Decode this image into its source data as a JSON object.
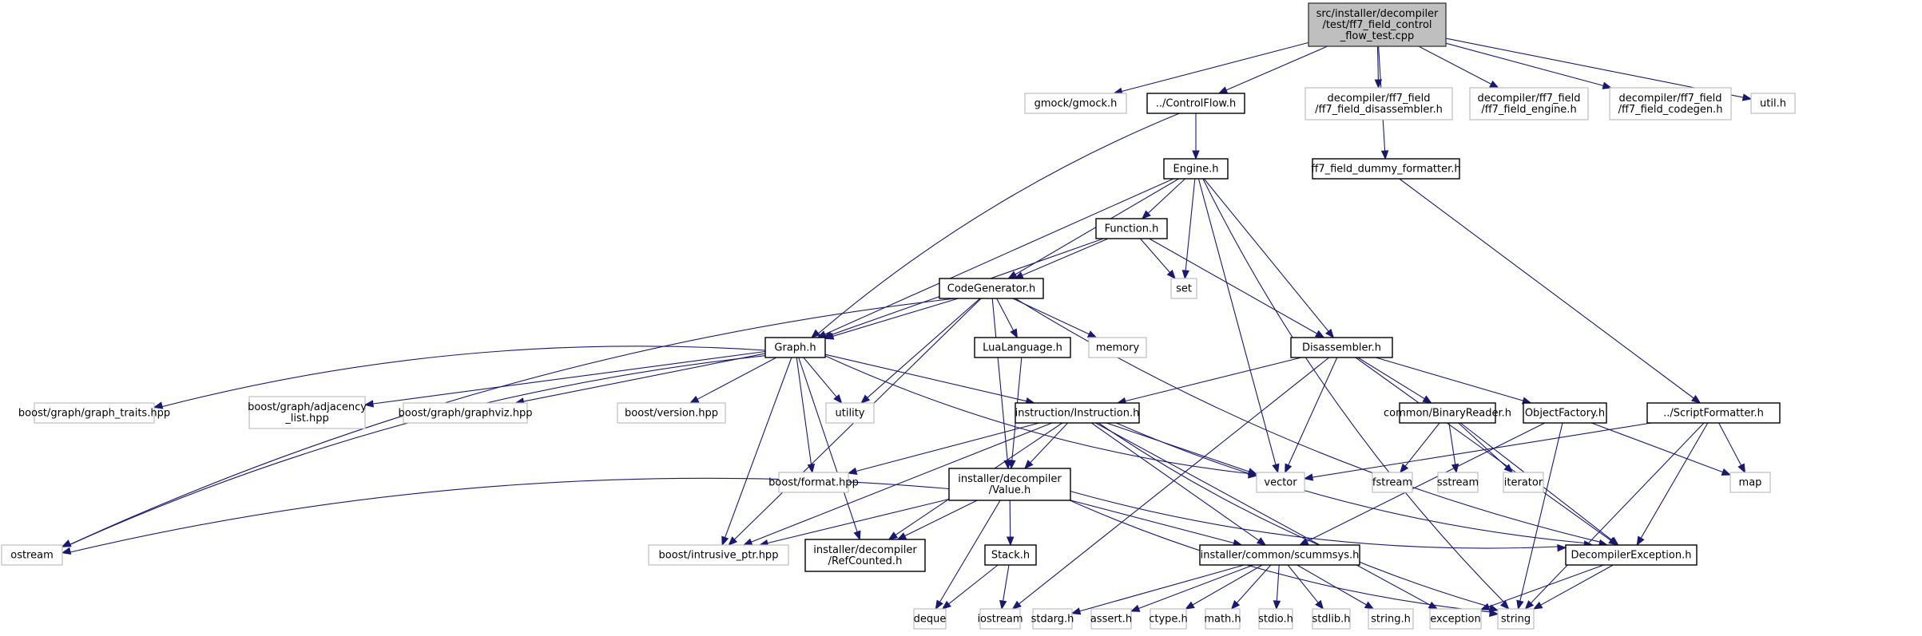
{
  "title": "Include dependency graph for ff7_field_control_flow_test.cpp",
  "colors": {
    "edge": "#191970",
    "root_fill": "#bfbfbf",
    "doc_border": "#000000",
    "ext_border": "#bfbfbf"
  },
  "nodes": [
    {
      "id": "root",
      "kind": "root",
      "lines": [
        "src/installer/decompiler",
        "/test/ff7_field_control",
        "_flow_test.cpp"
      ]
    },
    {
      "id": "gmock",
      "kind": "ext",
      "lines": [
        "gmock/gmock.h"
      ]
    },
    {
      "id": "controlflow",
      "kind": "doc",
      "lines": [
        "../ControlFlow.h"
      ]
    },
    {
      "id": "ff7disasm",
      "kind": "ext",
      "lines": [
        "decompiler/ff7_field",
        "/ff7_field_disassembler.h"
      ]
    },
    {
      "id": "ff7engine",
      "kind": "ext",
      "lines": [
        "decompiler/ff7_field",
        "/ff7_field_engine.h"
      ]
    },
    {
      "id": "ff7codegen",
      "kind": "ext",
      "lines": [
        "decompiler/ff7_field",
        "/ff7_field_codegen.h"
      ]
    },
    {
      "id": "util",
      "kind": "ext",
      "lines": [
        "util.h"
      ]
    },
    {
      "id": "engine",
      "kind": "doc",
      "lines": [
        "Engine.h"
      ]
    },
    {
      "id": "dummyfmt",
      "kind": "doc",
      "lines": [
        "ff7_field_dummy_formatter.h"
      ]
    },
    {
      "id": "function",
      "kind": "doc",
      "lines": [
        "Function.h"
      ]
    },
    {
      "id": "set",
      "kind": "ext",
      "lines": [
        "set"
      ]
    },
    {
      "id": "codegen",
      "kind": "doc",
      "lines": [
        "CodeGenerator.h"
      ]
    },
    {
      "id": "graph",
      "kind": "doc",
      "lines": [
        "Graph.h"
      ]
    },
    {
      "id": "lualang",
      "kind": "doc",
      "lines": [
        "LuaLanguage.h"
      ]
    },
    {
      "id": "memory",
      "kind": "ext",
      "lines": [
        "memory"
      ]
    },
    {
      "id": "disassembler",
      "kind": "doc",
      "lines": [
        "Disassembler.h"
      ]
    },
    {
      "id": "graphtraits",
      "kind": "ext",
      "lines": [
        "boost/graph/graph_traits.hpp"
      ]
    },
    {
      "id": "adjlist",
      "kind": "ext",
      "lines": [
        "boost/graph/adjacency",
        "_list.hpp"
      ]
    },
    {
      "id": "graphviz",
      "kind": "ext",
      "lines": [
        "boost/graph/graphviz.hpp"
      ]
    },
    {
      "id": "boostversion",
      "kind": "ext",
      "lines": [
        "boost/version.hpp"
      ]
    },
    {
      "id": "utility",
      "kind": "ext",
      "lines": [
        "utility"
      ]
    },
    {
      "id": "instruction",
      "kind": "doc",
      "lines": [
        "instruction/Instruction.h"
      ]
    },
    {
      "id": "binreader",
      "kind": "doc",
      "lines": [
        "common/BinaryReader.h"
      ]
    },
    {
      "id": "objfactory",
      "kind": "doc",
      "lines": [
        "ObjectFactory.h"
      ]
    },
    {
      "id": "scriptfmt",
      "kind": "doc",
      "lines": [
        "../ScriptFormatter.h"
      ]
    },
    {
      "id": "boostformat",
      "kind": "ext",
      "lines": [
        "boost/format.hpp"
      ]
    },
    {
      "id": "value",
      "kind": "doc",
      "lines": [
        "installer/decompiler",
        "/Value.h"
      ]
    },
    {
      "id": "vector",
      "kind": "ext",
      "lines": [
        "vector"
      ]
    },
    {
      "id": "fstream",
      "kind": "ext",
      "lines": [
        "fstream"
      ]
    },
    {
      "id": "sstream",
      "kind": "ext",
      "lines": [
        "sstream"
      ]
    },
    {
      "id": "iterator",
      "kind": "ext",
      "lines": [
        "iterator"
      ]
    },
    {
      "id": "map",
      "kind": "ext",
      "lines": [
        "map"
      ]
    },
    {
      "id": "ostream",
      "kind": "ext",
      "lines": [
        "ostream"
      ]
    },
    {
      "id": "intrusive",
      "kind": "ext",
      "lines": [
        "boost/intrusive_ptr.hpp"
      ]
    },
    {
      "id": "refcounted",
      "kind": "doc",
      "lines": [
        "installer/decompiler",
        "/RefCounted.h"
      ]
    },
    {
      "id": "stack",
      "kind": "doc",
      "lines": [
        "Stack.h"
      ]
    },
    {
      "id": "scummsys",
      "kind": "doc",
      "lines": [
        "installer/common/scummsys.h"
      ]
    },
    {
      "id": "decompexc",
      "kind": "doc",
      "lines": [
        "DecompilerException.h"
      ]
    },
    {
      "id": "deque",
      "kind": "ext",
      "lines": [
        "deque"
      ]
    },
    {
      "id": "iostream",
      "kind": "ext",
      "lines": [
        "iostream"
      ]
    },
    {
      "id": "stdarg",
      "kind": "ext",
      "lines": [
        "stdarg.h"
      ]
    },
    {
      "id": "assert",
      "kind": "ext",
      "lines": [
        "assert.h"
      ]
    },
    {
      "id": "ctype",
      "kind": "ext",
      "lines": [
        "ctype.h"
      ]
    },
    {
      "id": "math",
      "kind": "ext",
      "lines": [
        "math.h"
      ]
    },
    {
      "id": "stdio",
      "kind": "ext",
      "lines": [
        "stdio.h"
      ]
    },
    {
      "id": "stdlib",
      "kind": "ext",
      "lines": [
        "stdlib.h"
      ]
    },
    {
      "id": "stringh",
      "kind": "ext",
      "lines": [
        "string.h"
      ]
    },
    {
      "id": "exception",
      "kind": "ext",
      "lines": [
        "exception"
      ]
    },
    {
      "id": "string",
      "kind": "ext",
      "lines": [
        "string"
      ]
    }
  ],
  "edges": [
    [
      "root",
      "gmock"
    ],
    [
      "root",
      "controlflow"
    ],
    [
      "root",
      "ff7disasm"
    ],
    [
      "root",
      "ff7engine"
    ],
    [
      "root",
      "ff7codegen"
    ],
    [
      "root",
      "util"
    ],
    [
      "root",
      "dummyfmt"
    ],
    [
      "controlflow",
      "engine"
    ],
    [
      "controlflow",
      "graph"
    ],
    [
      "engine",
      "function"
    ],
    [
      "engine",
      "set"
    ],
    [
      "engine",
      "codegen"
    ],
    [
      "engine",
      "graph"
    ],
    [
      "engine",
      "disassembler"
    ],
    [
      "engine",
      "vector"
    ],
    [
      "engine",
      "string"
    ],
    [
      "dummyfmt",
      "scriptfmt"
    ],
    [
      "function",
      "set"
    ],
    [
      "function",
      "codegen"
    ],
    [
      "function",
      "graph"
    ],
    [
      "function",
      "disassembler"
    ],
    [
      "codegen",
      "graph"
    ],
    [
      "codegen",
      "lualang"
    ],
    [
      "codegen",
      "memory"
    ],
    [
      "codegen",
      "utility"
    ],
    [
      "codegen",
      "value"
    ],
    [
      "codegen",
      "ostream"
    ],
    [
      "codegen",
      "intrusive"
    ],
    [
      "codegen",
      "decompexc"
    ],
    [
      "graph",
      "graphtraits"
    ],
    [
      "graph",
      "adjlist"
    ],
    [
      "graph",
      "graphviz"
    ],
    [
      "graph",
      "boostversion"
    ],
    [
      "graph",
      "utility"
    ],
    [
      "graph",
      "instruction"
    ],
    [
      "graph",
      "boostformat"
    ],
    [
      "graph",
      "vector"
    ],
    [
      "graph",
      "ostream"
    ],
    [
      "graph",
      "intrusive"
    ],
    [
      "graph",
      "refcounted"
    ],
    [
      "lualang",
      "value"
    ],
    [
      "disassembler",
      "instruction"
    ],
    [
      "disassembler",
      "binreader"
    ],
    [
      "disassembler",
      "objfactory"
    ],
    [
      "disassembler",
      "vector"
    ],
    [
      "disassembler",
      "iostream"
    ],
    [
      "disassembler",
      "decompexc"
    ],
    [
      "instruction",
      "value"
    ],
    [
      "instruction",
      "vector"
    ],
    [
      "instruction",
      "boostformat"
    ],
    [
      "instruction",
      "intrusive"
    ],
    [
      "instruction",
      "refcounted"
    ],
    [
      "instruction",
      "scummsys"
    ],
    [
      "instruction",
      "decompexc"
    ],
    [
      "instruction",
      "string"
    ],
    [
      "instruction",
      "exception"
    ],
    [
      "binreader",
      "fstream"
    ],
    [
      "binreader",
      "sstream"
    ],
    [
      "binreader",
      "iterator"
    ],
    [
      "binreader",
      "decompexc"
    ],
    [
      "objfactory",
      "map"
    ],
    [
      "objfactory",
      "string"
    ],
    [
      "objfactory",
      "scummsys"
    ],
    [
      "scriptfmt",
      "vector"
    ],
    [
      "scriptfmt",
      "map"
    ],
    [
      "scriptfmt",
      "string"
    ],
    [
      "scriptfmt",
      "decompexc"
    ],
    [
      "value",
      "ostream"
    ],
    [
      "value",
      "intrusive"
    ],
    [
      "value",
      "refcounted"
    ],
    [
      "value",
      "stack"
    ],
    [
      "value",
      "deque"
    ],
    [
      "value",
      "scummsys"
    ],
    [
      "value",
      "decompexc"
    ],
    [
      "value",
      "string"
    ],
    [
      "stack",
      "deque"
    ],
    [
      "stack",
      "iostream"
    ],
    [
      "scummsys",
      "stdarg"
    ],
    [
      "scummsys",
      "assert"
    ],
    [
      "scummsys",
      "ctype"
    ],
    [
      "scummsys",
      "math"
    ],
    [
      "scummsys",
      "stdio"
    ],
    [
      "scummsys",
      "stdlib"
    ],
    [
      "scummsys",
      "stringh"
    ],
    [
      "decompexc",
      "exception"
    ],
    [
      "decompexc",
      "string"
    ]
  ]
}
